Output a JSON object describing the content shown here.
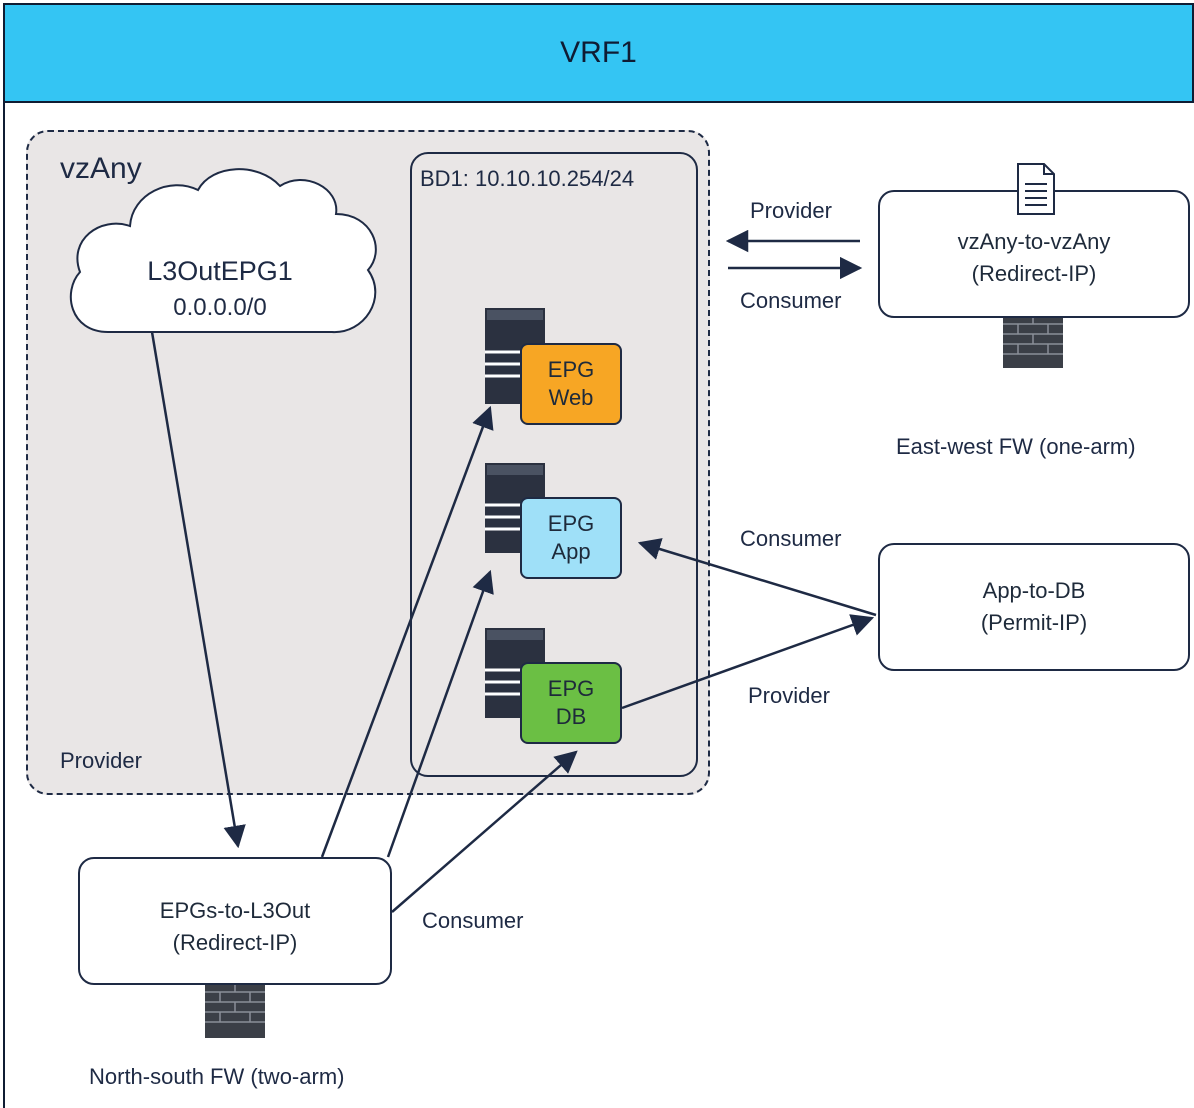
{
  "vrf": {
    "title": "VRF1"
  },
  "vzany": {
    "label": "vzAny",
    "role_label": "Provider"
  },
  "bd": {
    "label": "BD1: 10.10.10.254/24"
  },
  "l3out_epg": {
    "name": "L3OutEPG1",
    "subnet": "0.0.0.0/0"
  },
  "epgs": {
    "web": {
      "line1": "EPG",
      "line2": "Web",
      "color": "#f7a624"
    },
    "app": {
      "line1": "EPG",
      "line2": "App",
      "color": "#9fe0f8"
    },
    "db": {
      "line1": "EPG",
      "line2": "DB",
      "color": "#6bbf44"
    }
  },
  "contracts": {
    "vzany_to_vzany": {
      "name": "vzAny-to-vzAny",
      "type": "(Redirect-IP)",
      "provider_label": "Provider",
      "consumer_label": "Consumer",
      "caption": "East-west FW (one-arm)"
    },
    "app_to_db": {
      "name": "App-to-DB",
      "type": "(Permit-IP)",
      "consumer_label": "Consumer",
      "provider_label": "Provider"
    },
    "epgs_to_l3out": {
      "name": "EPGs-to-L3Out",
      "type": "(Redirect-IP)",
      "consumer_label": "Consumer",
      "caption": "North-south FW (two-arm)"
    }
  },
  "colors": {
    "header": "#34c5f3",
    "line": "#1e2a44",
    "region": "#e9e6e6"
  }
}
